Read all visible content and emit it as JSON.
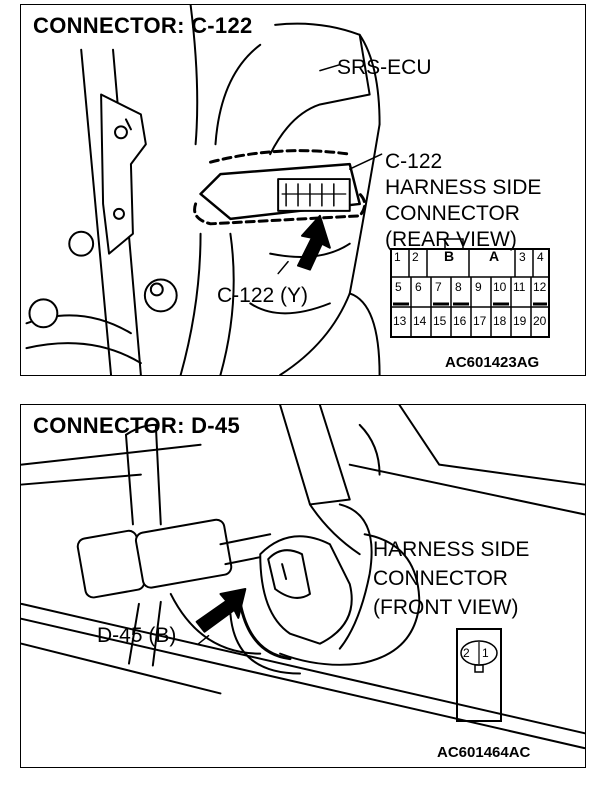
{
  "top_panel": {
    "title": "CONNECTOR: C-122",
    "ecu_label": "SRS-ECU",
    "connector_description": [
      "C-122",
      "HARNESS SIDE",
      "CONNECTOR",
      "(REAR VIEW)"
    ],
    "connector_tag": "C-122 (Y)",
    "figure_code": "AC601423AG",
    "pin_rows": [
      [
        "1",
        "2",
        "B",
        "A",
        "3",
        "4"
      ],
      [
        "5",
        "6",
        "7",
        "8",
        "9",
        "10",
        "11",
        "12"
      ],
      [
        "13",
        "14",
        "15",
        "16",
        "17",
        "18",
        "19",
        "20"
      ]
    ]
  },
  "bottom_panel": {
    "title": "CONNECTOR: D-45",
    "connector_description": [
      "HARNESS SIDE",
      "CONNECTOR",
      "(FRONT VIEW)"
    ],
    "connector_tag": "D-45 (B)",
    "figure_code": "AC601464AC",
    "pins": [
      "2",
      "1"
    ]
  }
}
